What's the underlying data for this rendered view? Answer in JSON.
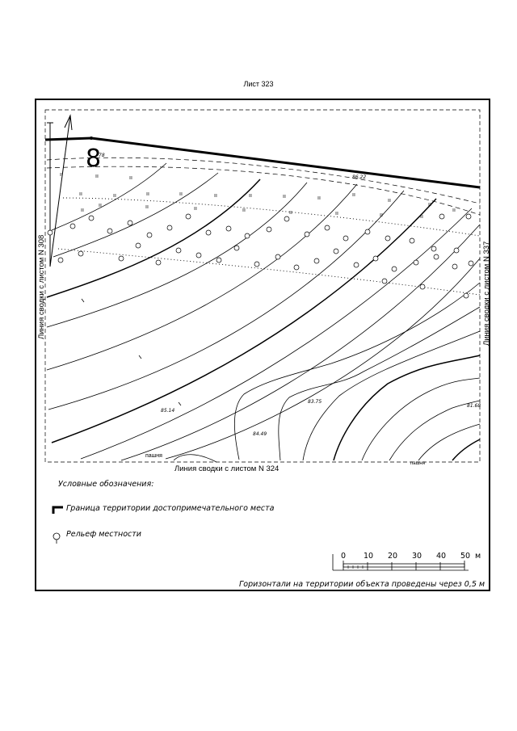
{
  "sheet_title": "Лист 323",
  "object_number": "8",
  "joins": {
    "left": "Линия сводки с листом N 308",
    "right": "Линия сводки с листом N 337",
    "bottom": "Линия сводки с листом N 324"
  },
  "elevations": [
    "86.22",
    "85.14",
    "83.75",
    "84.49",
    "81.68",
    "78"
  ],
  "land_labels": [
    "пашня",
    "пашня"
  ],
  "legend": {
    "title": "Условные обозначения:",
    "boundary": "Граница территории достопримечательного места",
    "relief": "Рельеф местности"
  },
  "scale": {
    "ticks": [
      "0",
      "10",
      "20",
      "30",
      "40",
      "50"
    ],
    "unit": "м"
  },
  "footnote": "Горизонтали на территории объекта проведены через 0,5 м",
  "colors": {
    "ink": "#000000",
    "background": "#ffffff"
  }
}
